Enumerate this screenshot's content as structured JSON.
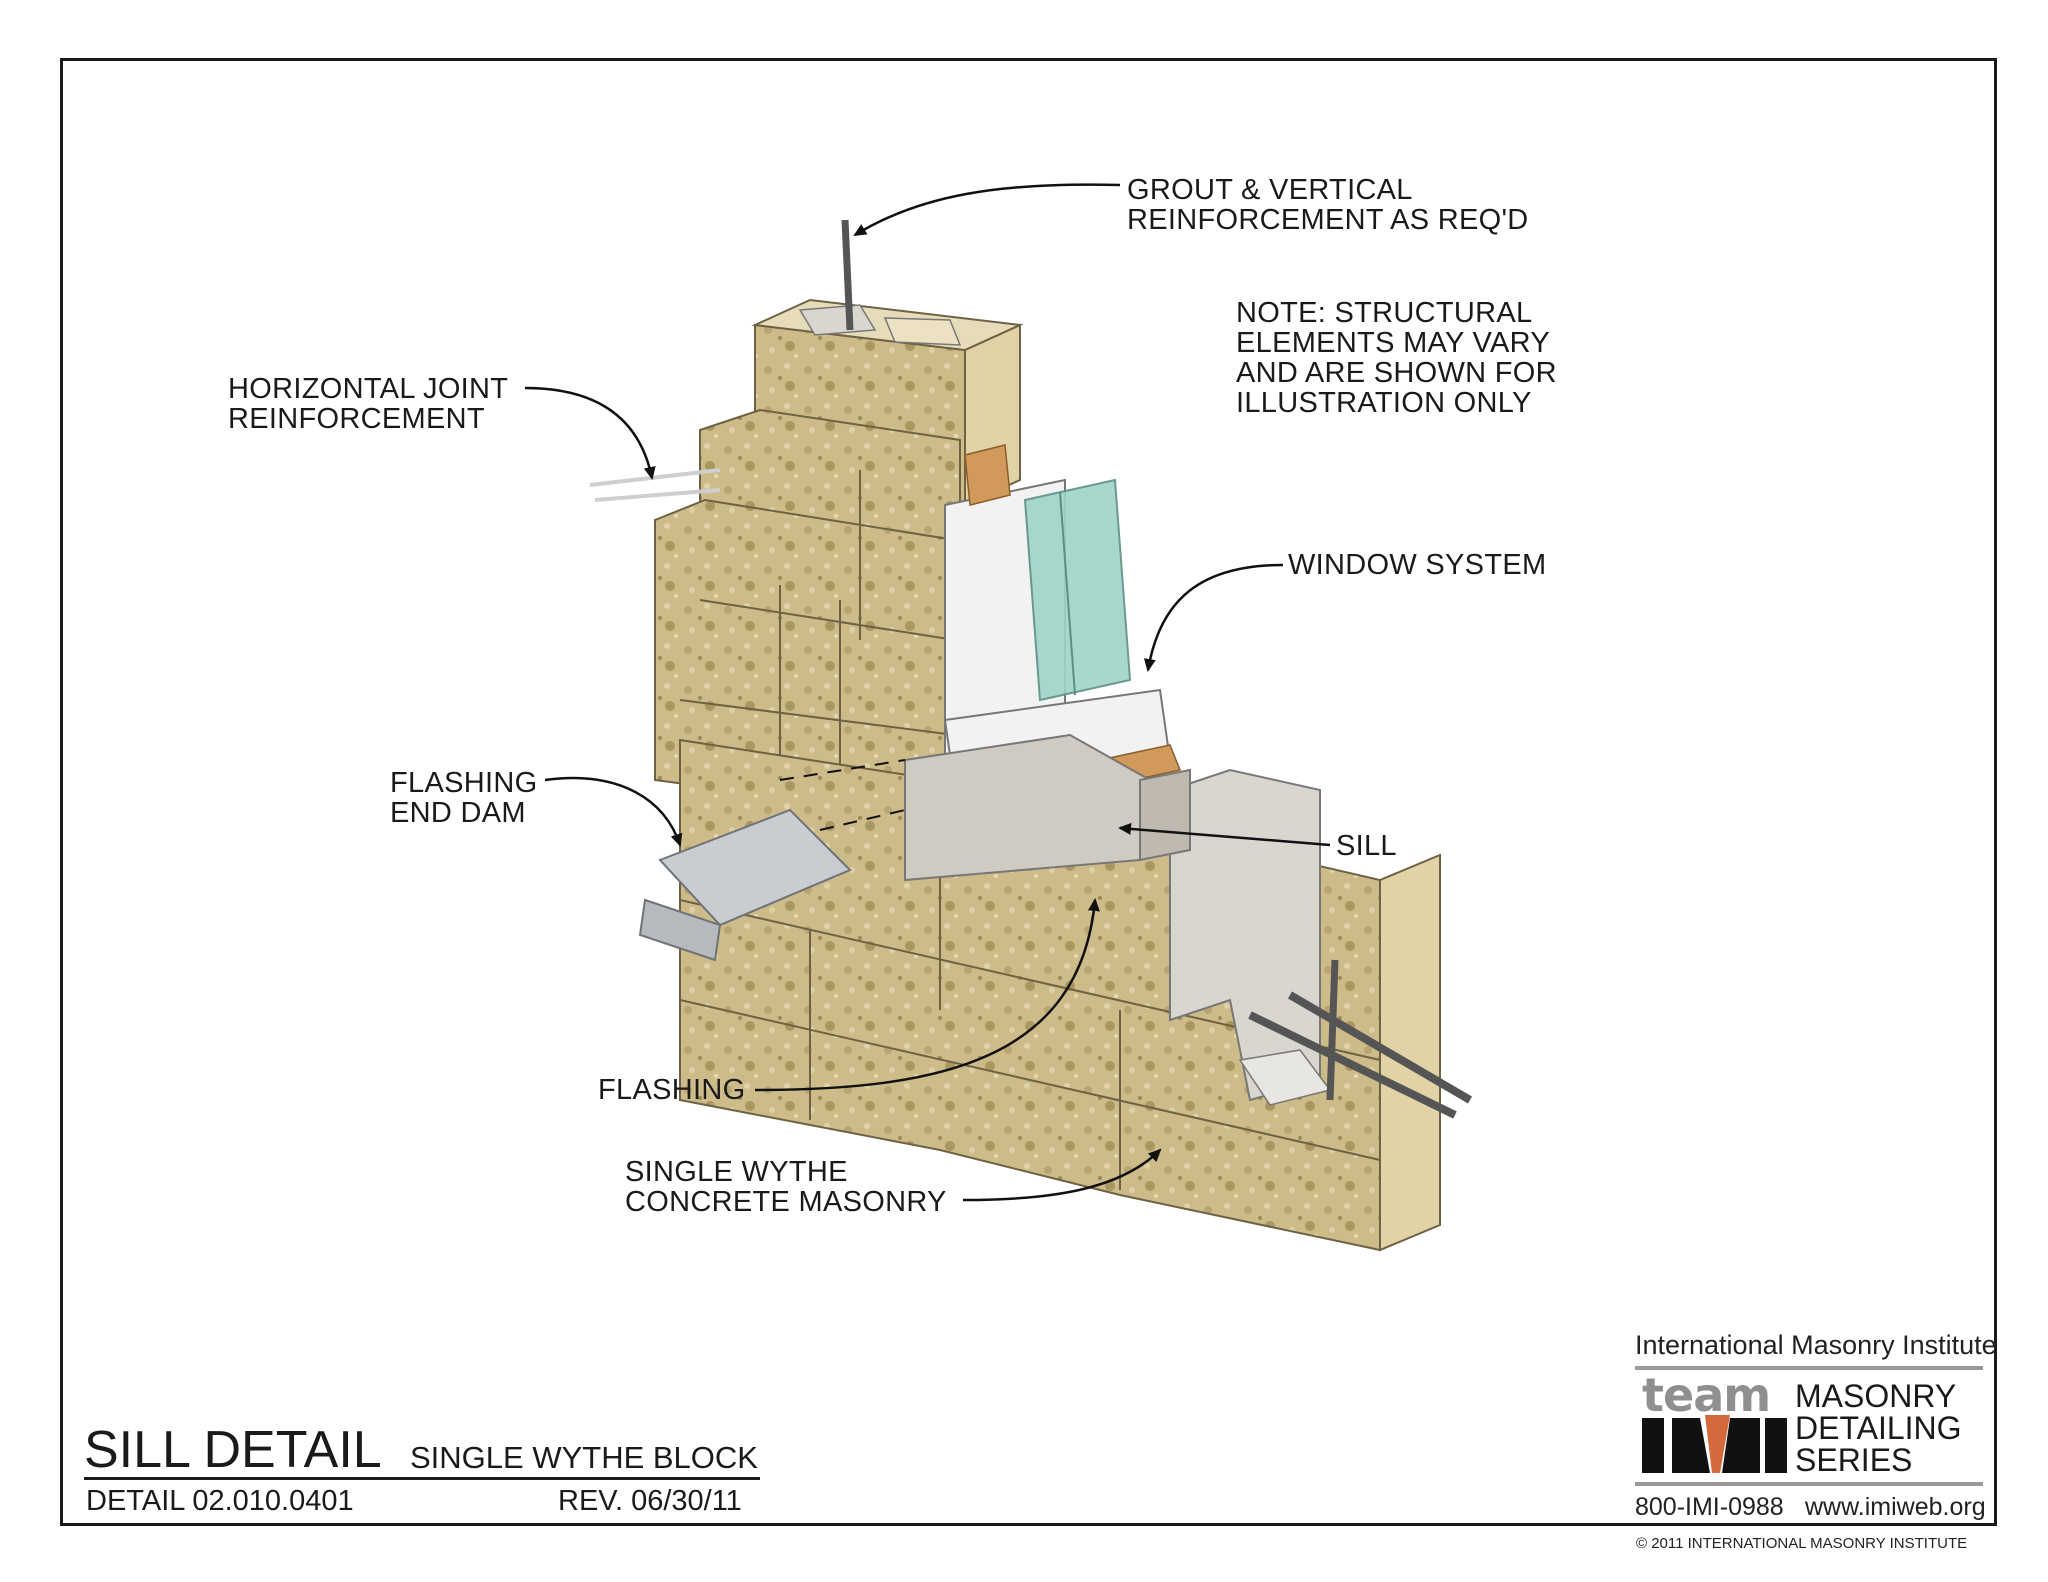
{
  "callouts": {
    "grout": [
      "GROUT & VERTICAL",
      "REINFORCEMENT AS REQ'D"
    ],
    "note": [
      "NOTE: STRUCTURAL",
      "ELEMENTS MAY VARY",
      "AND ARE SHOWN FOR",
      "ILLUSTRATION ONLY"
    ],
    "horizontal_joint": [
      "HORIZONTAL JOINT",
      "REINFORCEMENT"
    ],
    "window_system": [
      "WINDOW SYSTEM"
    ],
    "flashing_end_dam": [
      "FLASHING",
      "END DAM"
    ],
    "sill": [
      "SILL"
    ],
    "flashing": [
      "FLASHING"
    ],
    "single_wythe": [
      "SINGLE WYTHE",
      "CONCRETE MASONRY"
    ]
  },
  "title_block": {
    "title": "SILL DETAIL",
    "subtitle": "SINGLE WYTHE BLOCK",
    "detail_number": "DETAIL 02.010.0401",
    "revision": "REV. 06/30/11"
  },
  "logo": {
    "organization": "International Masonry Institute",
    "team_word": "team",
    "series": [
      "MASONRY",
      "DETAILING",
      "SERIES"
    ],
    "phone": "800-IMI-0988",
    "website": "www.imiweb.org",
    "copyright": "© 2011 INTERNATIONAL MASONRY INSTITUTE"
  },
  "colors": {
    "block_face": "#cdbb8a",
    "block_shadow": "#a89364",
    "block_side": "#e2d3a6",
    "grout": "#d9d6cf",
    "sill": "#cfcac2",
    "flashing": "#c9ccd0",
    "glass": "#9fd4c8",
    "frame": "#f2f2f2",
    "wood": "#d29a5a",
    "rebar": "#555555"
  }
}
